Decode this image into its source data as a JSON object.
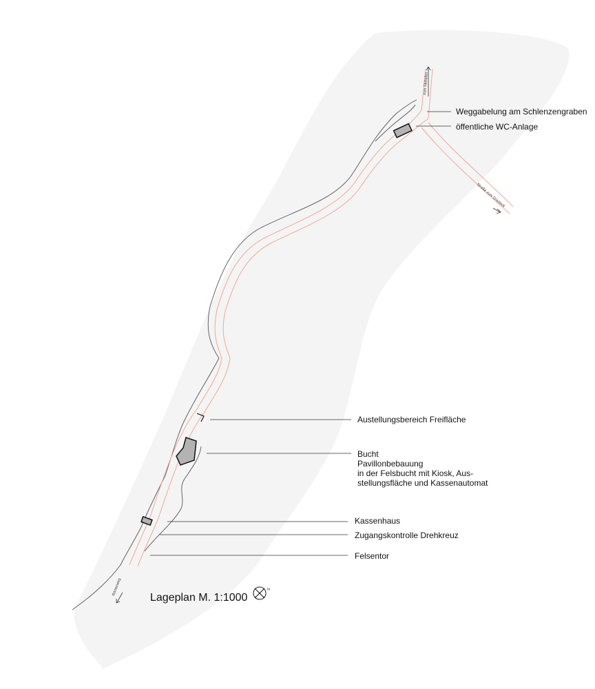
{
  "road_labels": {
    "north": "zum Skihafen",
    "east": "Straße zum Grasleck",
    "south": "Römerweg"
  },
  "annotations": [
    {
      "id": "weggabelung",
      "lines": [
        "Weggabelung am Schlenzengraben"
      ]
    },
    {
      "id": "wc",
      "lines": [
        "öffentliche WC-Anlage"
      ]
    },
    {
      "id": "ausstellung",
      "lines": [
        "Austellungsbereich Freifläche"
      ]
    },
    {
      "id": "bucht",
      "lines": [
        "Bucht",
        "Pavillonbebauung",
        "in der Felsbucht mit Kiosk, Aus-",
        "stellungsfläche und Kassenautomat"
      ]
    },
    {
      "id": "kassenhaus",
      "lines": [
        "Kassenhaus"
      ]
    },
    {
      "id": "zugang",
      "lines": [
        "Zugangskontrolle Drehkreuz"
      ]
    },
    {
      "id": "felsentor",
      "lines": [
        "Felsentor"
      ]
    }
  ],
  "title": "Lageplan M. 1:1000",
  "north_symbol_label": "N",
  "colors": {
    "terrain": "#f4f4f4",
    "path": "#f0a890",
    "edge": "#555555",
    "building": "#b3b3b3",
    "leader": "#333333"
  }
}
